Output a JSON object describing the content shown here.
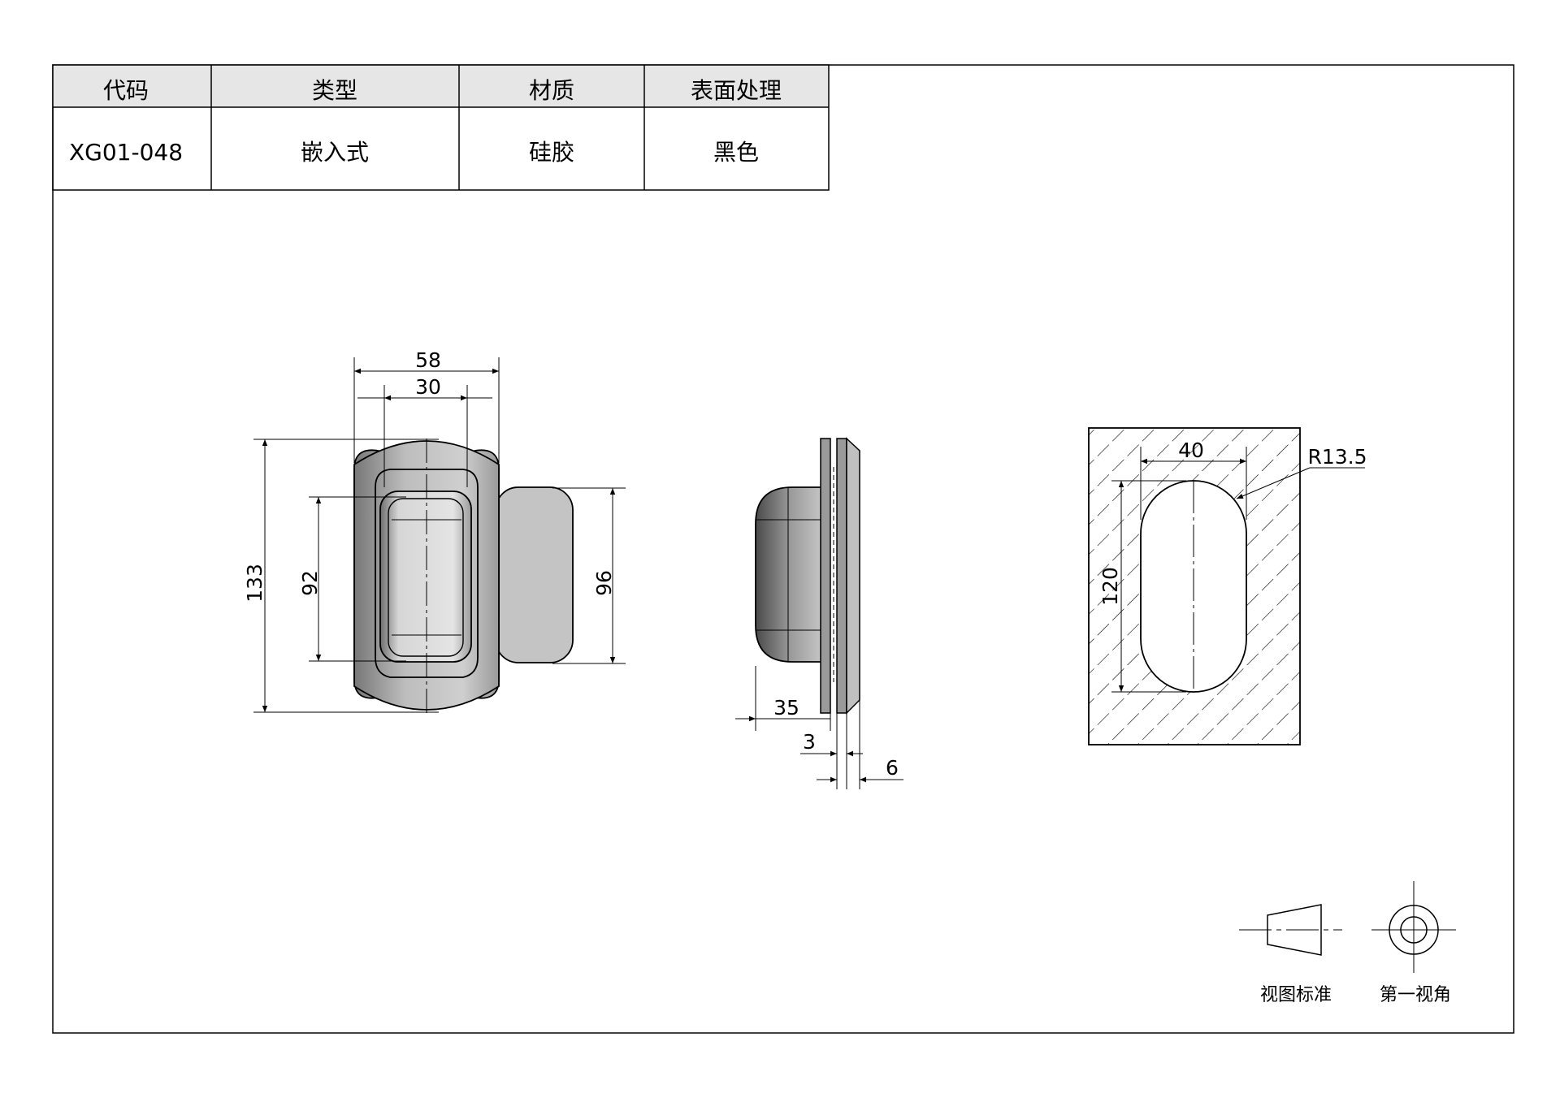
{
  "spec_table": {
    "headers": [
      "代码",
      "类型",
      "材质",
      "表面处理"
    ],
    "values": [
      "XG01-048",
      "嵌入式",
      "硅胶",
      "黑色"
    ]
  },
  "front_view": {
    "dim_width_outer": "58",
    "dim_width_inner": "30",
    "dim_height_total": "133",
    "dim_height_inner": "92",
    "dim_height_body": "96"
  },
  "side_view": {
    "dim_depth": "35",
    "dim_flange": "3",
    "dim_thickness": "6"
  },
  "cutout_view": {
    "dim_width": "40",
    "dim_radius": "R13.5",
    "dim_height": "120"
  },
  "projection": {
    "view_standard_label": "视图标准",
    "first_angle_label": "第一视角"
  },
  "colors": {
    "line": "#000000",
    "body_gray": "#c8c8c8",
    "dark_gray": "#8c8c8c",
    "header_bg": "#e6e6e6"
  }
}
